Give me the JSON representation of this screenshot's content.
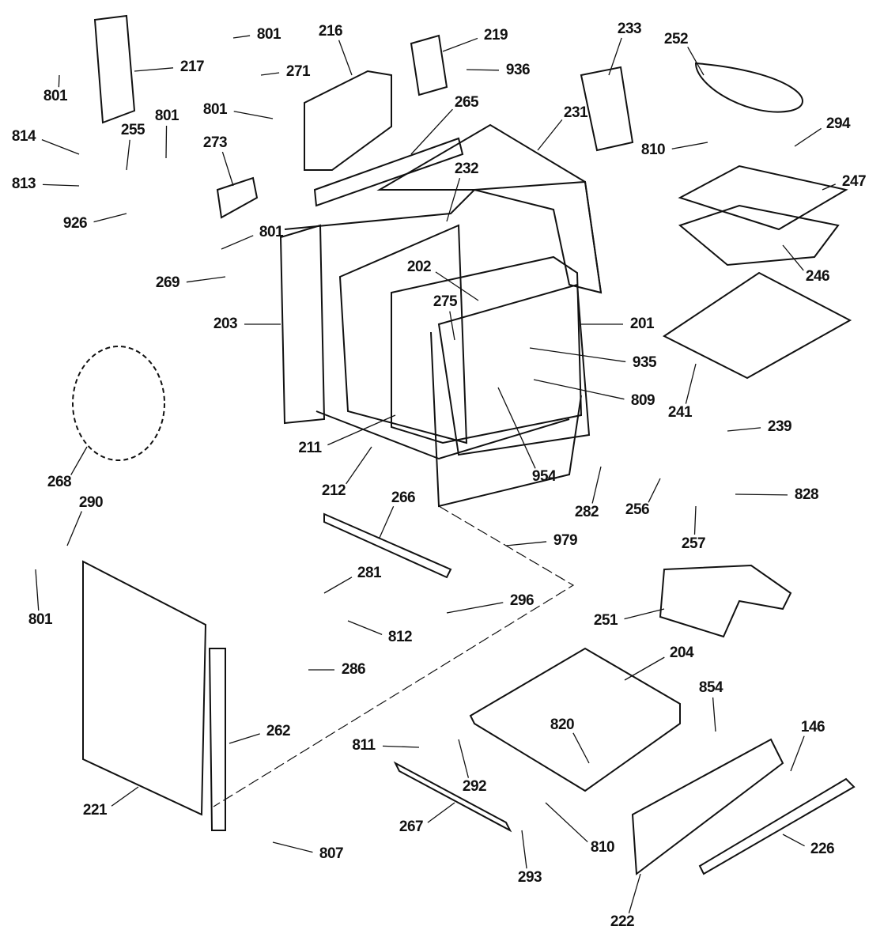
{
  "diagram": {
    "type": "exploded-parts-diagram",
    "labels": [
      "801",
      "216",
      "219",
      "233",
      "252",
      "217",
      "271",
      "936",
      "801",
      "265",
      "231",
      "294",
      "801",
      "801",
      "814",
      "255",
      "273",
      "810",
      "813",
      "232",
      "247",
      "926",
      "801",
      "246",
      "202",
      "269",
      "275",
      "203",
      "201",
      "935",
      "809",
      "241",
      "239",
      "211",
      "954",
      "212",
      "268",
      "282",
      "256",
      "828",
      "266",
      "290",
      "257",
      "979",
      "281",
      "801",
      "296",
      "251",
      "812",
      "204",
      "286",
      "854",
      "146",
      "262",
      "820",
      "811",
      "292",
      "221",
      "267",
      "810",
      "226",
      "807",
      "293",
      "222"
    ],
    "line_color": "#111111"
  }
}
